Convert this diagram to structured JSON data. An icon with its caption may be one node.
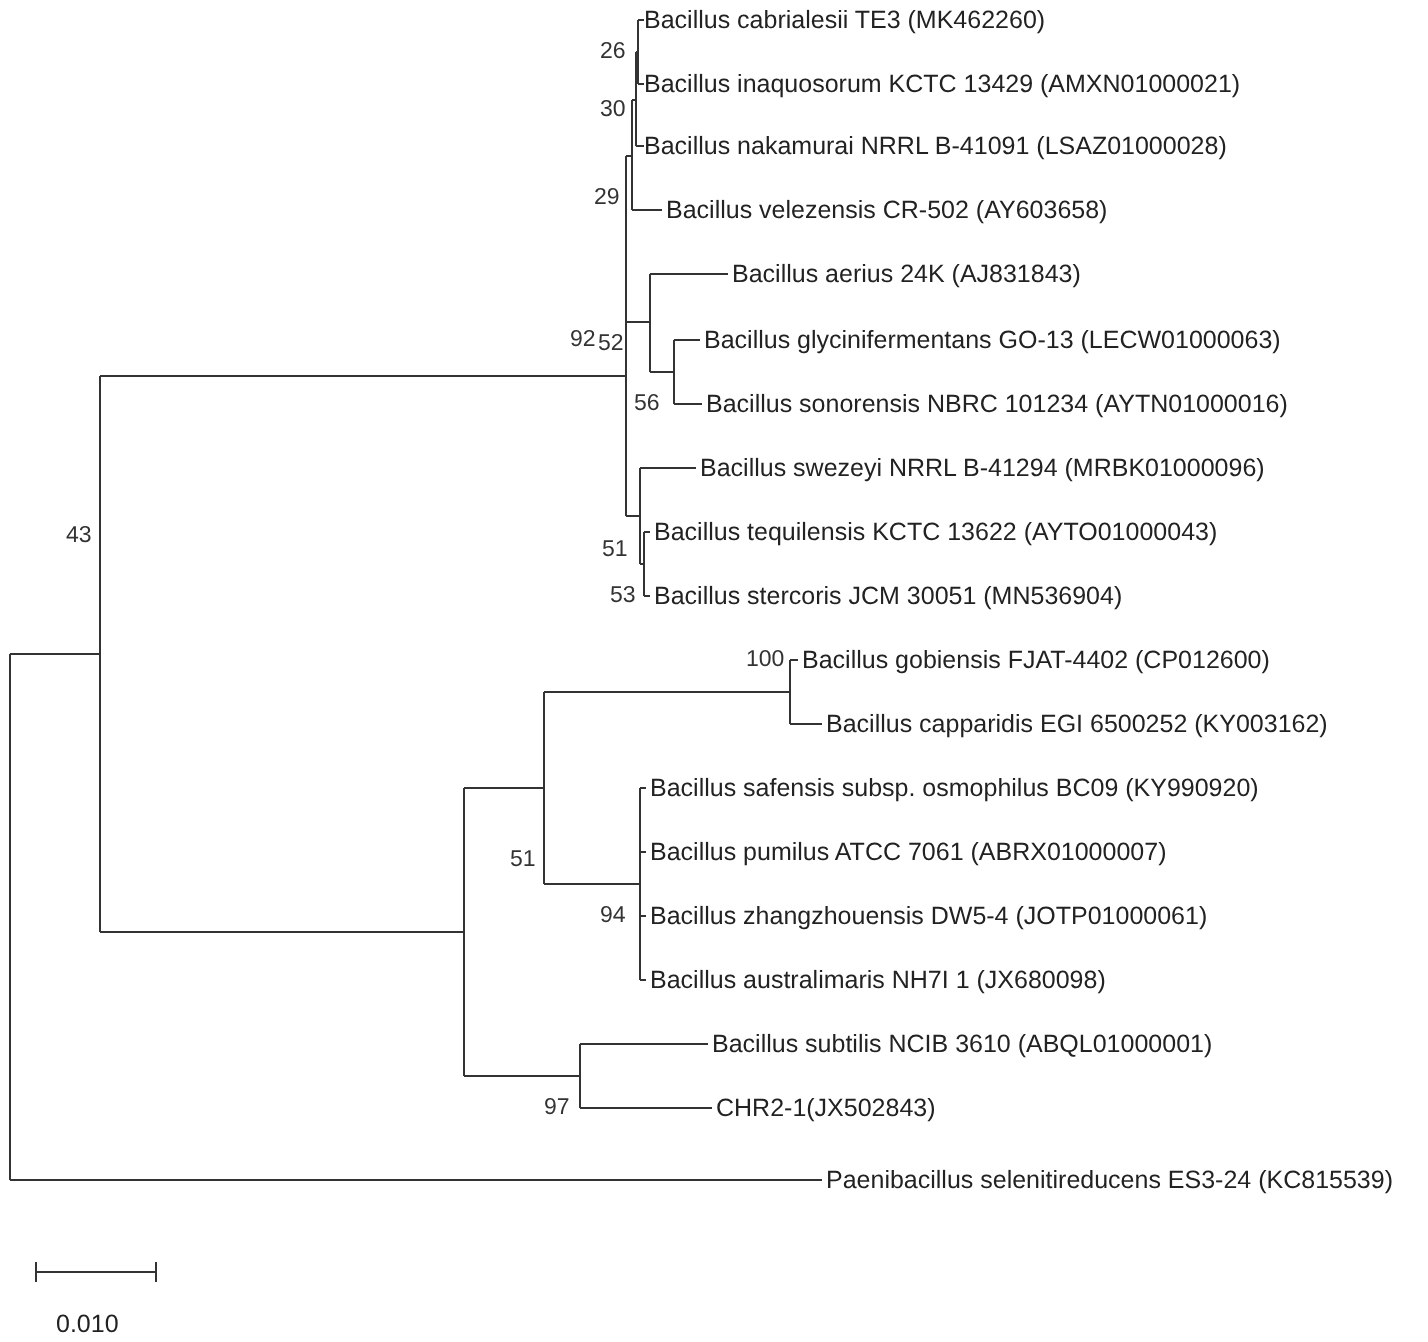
{
  "diagram": {
    "labels": [
      "Bacillus cabrialesii TE3 (MK462260)",
      "26",
      "Bacillus inaquosorum KCTC 13429 (AMXN01000021)",
      "30",
      "Bacillus nakamurai NRRL B-41091 (LSAZ01000028)",
      "29",
      "Bacillus velezensis CR-502 (AY603658)",
      "Bacillus aerius 24K (AJ831843)",
      "92",
      "52",
      "Bacillus glycinifermentans GO-13 (LECW01000063)",
      "56",
      "Bacillus sonorensis NBRC 101234 (AYTN01000016)",
      "Bacillus swezeyi NRRL B-41294 (MRBK01000096)",
      "43",
      "Bacillus tequilensis KCTC 13622 (AYTO01000043)",
      "51",
      "53",
      "Bacillus stercoris JCM 30051 (MN536904)",
      "100",
      "Bacillus gobiensis FJAT-4402 (CP012600)",
      "Bacillus capparidis EGI 6500252 (KY003162)",
      "Bacillus safensis subsp. osmophilus BC09 (KY990920)",
      "51",
      "Bacillus pumilus ATCC 7061 (ABRX01000007)",
      "94",
      "Bacillus zhangzhouensis DW5-4 (JOTP01000061)",
      "Bacillus australimaris NH7I 1 (JX680098)",
      "Bacillus subtilis NCIB 3610 (ABQL01000001)",
      "97",
      "CHR2-1(JX502843)",
      "Paenibacillus selenitireducens ES3-24 (KC815539)",
      "0.010"
    ]
  }
}
